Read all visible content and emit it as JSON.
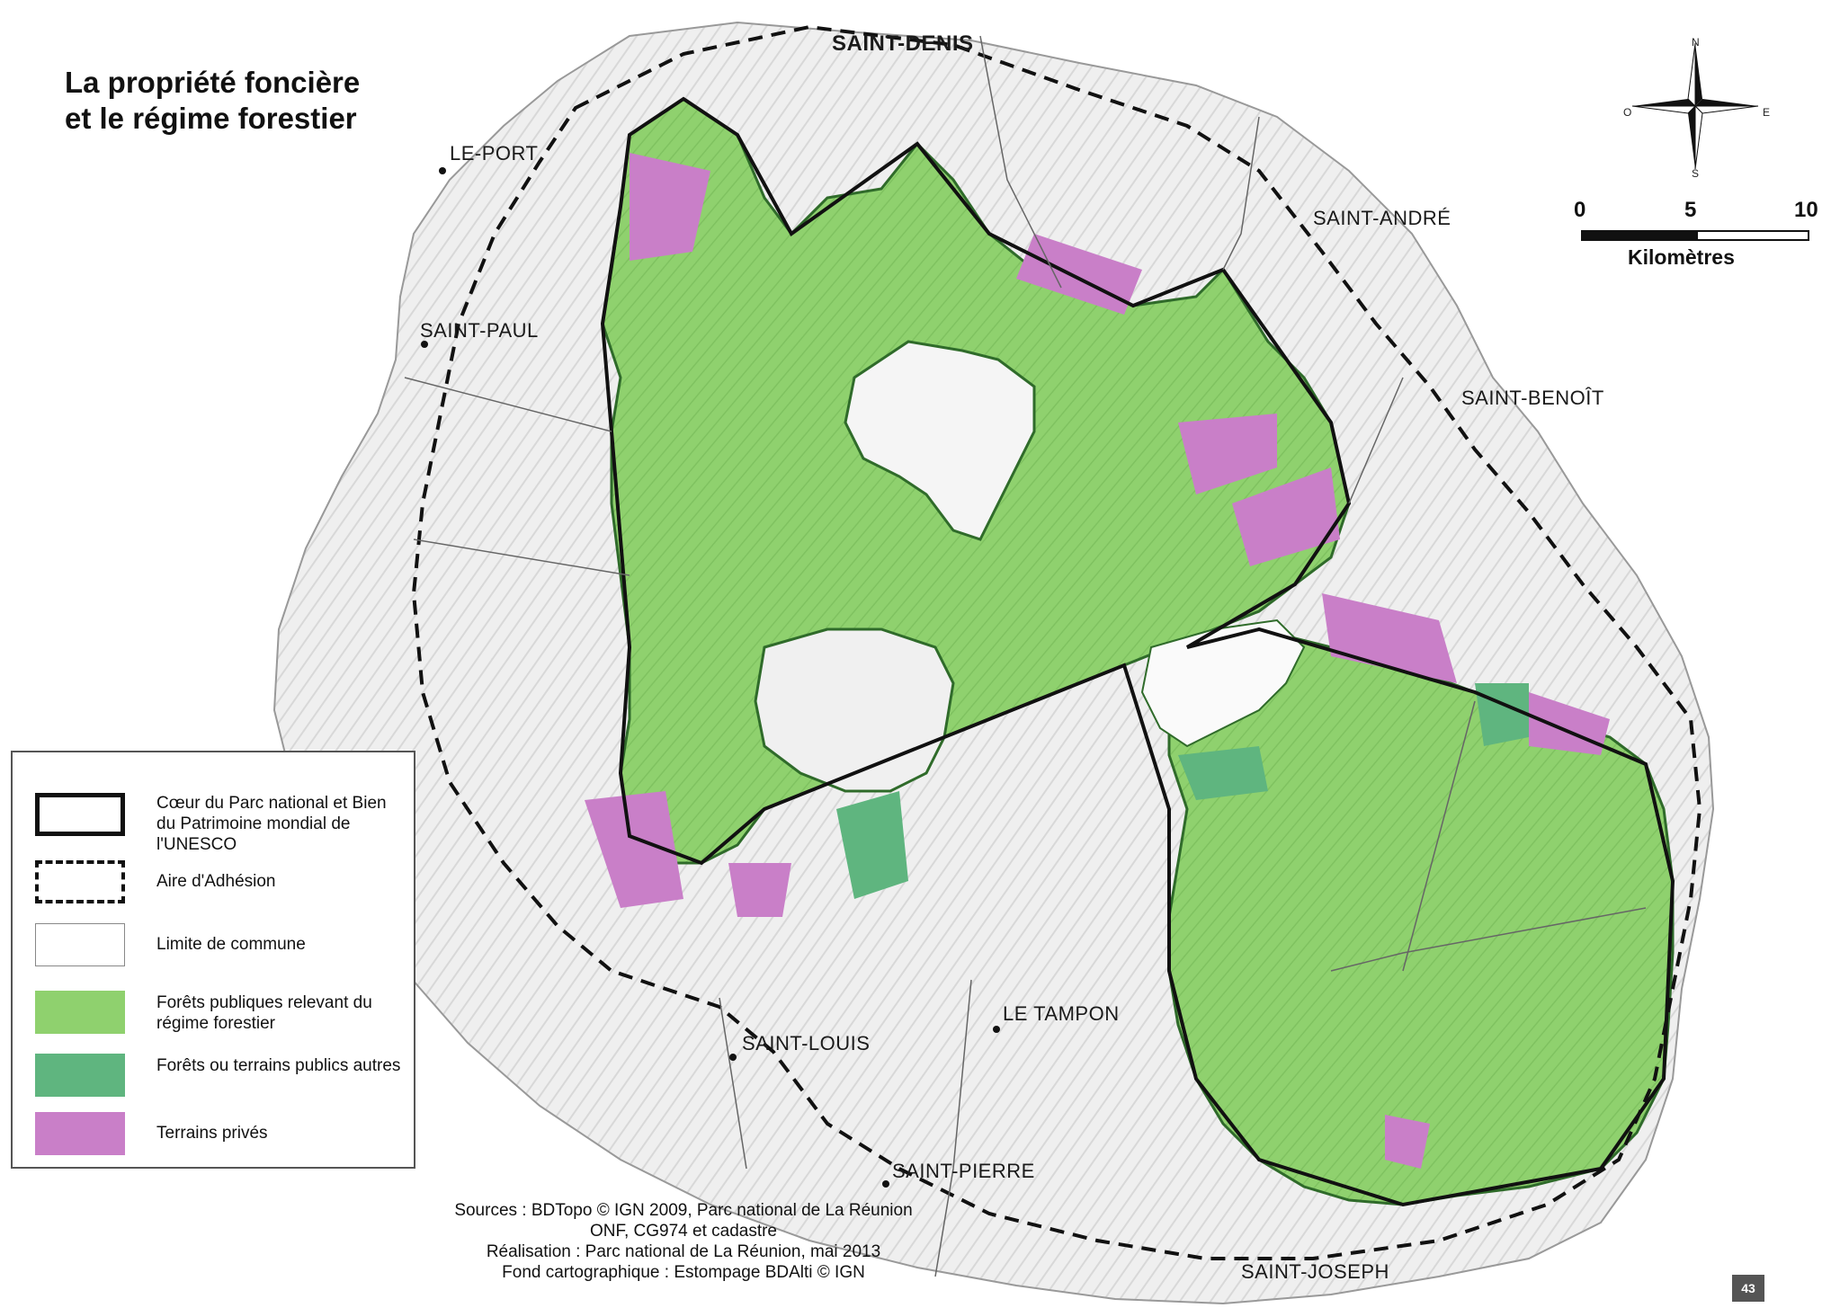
{
  "map": {
    "title_line1": "La propriété foncière",
    "title_line2": "et le régime forestier",
    "colors": {
      "public_forest": "#8fd16e",
      "other_public": "#5fb57f",
      "private": "#c97fc8",
      "relief": "#e8e8e8",
      "boundary": "#111111"
    }
  },
  "cities": {
    "saint_denis": "SAINT-DENIS",
    "le_port": "LE-PORT",
    "saint_andre": "SAINT-ANDRÉ",
    "saint_paul": "SAINT-PAUL",
    "saint_benoit": "SAINT-BENOÎT",
    "le_tampon": "LE TAMPON",
    "saint_louis": "SAINT-LOUIS",
    "saint_pierre": "SAINT-PIERRE",
    "saint_joseph": "SAINT-JOSEPH"
  },
  "legend": {
    "items": [
      {
        "label": "Cœur du Parc national et Bien du Patrimoine mondial de l'UNESCO",
        "icon": "solid-border-swatch"
      },
      {
        "label": "Aire d'Adhésion",
        "icon": "dashed-border-swatch"
      },
      {
        "label": "Limite de commune",
        "icon": "thin-border-swatch"
      },
      {
        "label": "Forêts publiques relevant du régime forestier",
        "icon": "light-green-swatch"
      },
      {
        "label": "Forêts ou terrains publics autres",
        "icon": "teal-green-swatch"
      },
      {
        "label": "Terrains privés",
        "icon": "pink-swatch"
      }
    ]
  },
  "compass": {
    "n": "N",
    "s": "S",
    "e": "E",
    "o": "O"
  },
  "scale": {
    "tick0": "0",
    "tick5": "5",
    "tick10": "10",
    "unit": "Kilomètres"
  },
  "sources": {
    "line1": "Sources : BDTopo © IGN 2009, Parc national de La Réunion",
    "line2": "ONF, CG974 et cadastre",
    "line3": "Réalisation :  Parc national de La Réunion, mai 2013",
    "line4": "Fond cartographique : Estompage BDAlti © IGN"
  },
  "page_number": "43"
}
